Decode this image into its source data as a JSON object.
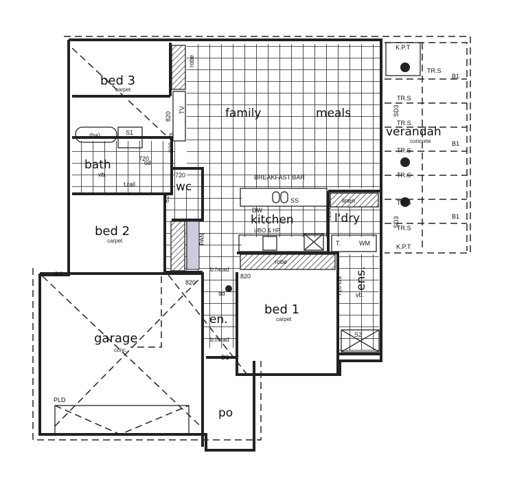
{
  "rooms": {
    "bed3": "bed 3",
    "bed3_floor": "carpet",
    "bed2": "bed 2",
    "bed2_floor": "carpet",
    "bed1": "bed 1",
    "bed1_floor": "carpet",
    "family": "family",
    "meals": "meals",
    "verandah": "verandah",
    "verandah_floor": "concrete",
    "kitchen": "kitchen",
    "kitchen_note": "UBO & HP",
    "laundry": "l'dry",
    "bath": "bath",
    "wc": "wc",
    "ens": "ens.",
    "en": "en.",
    "garage": "garage",
    "garage_floor": "conc.",
    "porch": "po"
  },
  "labels": {
    "robe": "robe",
    "tv": "TV",
    "pan": "PAN",
    "linen": "linen",
    "breakfast_bar": "BREAKFAST BAR",
    "dw": "DW",
    "ss": "SS",
    "wm": "WM",
    "t": "T.",
    "vb": "vb.",
    "trail": "t.rail",
    "ba": "(ba)",
    "s1": "S1",
    "s2": "S2",
    "sd": "sd",
    "bhead": "b.head",
    "kpt": "K.P.T",
    "trs": "TR.S",
    "b1": "B1",
    "sd3": "SD3",
    "pld": "PLD",
    "d1": "D1",
    "d2": "D2",
    "d820": "820",
    "d720": "720",
    "d820cs": "820 c/s",
    "d720cs": "720 c/s"
  }
}
